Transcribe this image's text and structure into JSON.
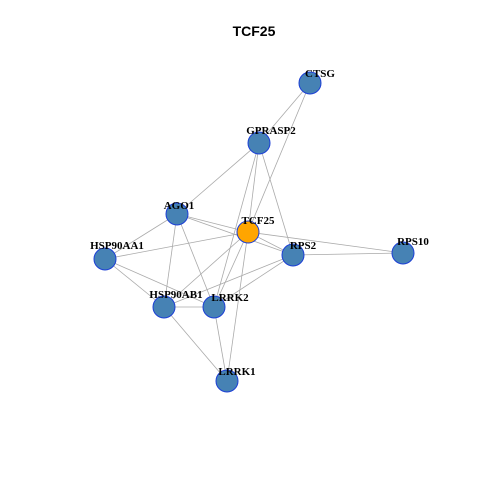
{
  "title": "TCF25",
  "colors": {
    "edge": "#aaaaaa",
    "node_fill": "#4682b4",
    "node_stroke": "#1c3fd6",
    "highlight_fill": "#ffa500",
    "highlight_stroke": "#1c3fd6",
    "label": "#000000"
  },
  "nodes": [
    {
      "id": "CTSG",
      "label": "CTSG",
      "highlight": false
    },
    {
      "id": "GPRASP2",
      "label": "GPRASP2",
      "highlight": false
    },
    {
      "id": "AGO1",
      "label": "AGO1",
      "highlight": false
    },
    {
      "id": "TCF25",
      "label": "TCF25",
      "highlight": true
    },
    {
      "id": "HSP90AA1",
      "label": "HSP90AA1",
      "highlight": false
    },
    {
      "id": "RPS2",
      "label": "RPS2",
      "highlight": false
    },
    {
      "id": "RPS10",
      "label": "RPS10",
      "highlight": false
    },
    {
      "id": "HSP90AB1",
      "label": "HSP90AB1",
      "highlight": false
    },
    {
      "id": "LRRK2",
      "label": "LRRK2",
      "highlight": false
    },
    {
      "id": "LRRK1",
      "label": "LRRK1",
      "highlight": false
    }
  ],
  "edges": [
    [
      "CTSG",
      "GPRASP2"
    ],
    [
      "CTSG",
      "TCF25"
    ],
    [
      "GPRASP2",
      "AGO1"
    ],
    [
      "GPRASP2",
      "TCF25"
    ],
    [
      "GPRASP2",
      "RPS2"
    ],
    [
      "GPRASP2",
      "LRRK2"
    ],
    [
      "AGO1",
      "TCF25"
    ],
    [
      "AGO1",
      "RPS2"
    ],
    [
      "AGO1",
      "HSP90AB1"
    ],
    [
      "AGO1",
      "LRRK2"
    ],
    [
      "AGO1",
      "HSP90AA1"
    ],
    [
      "TCF25",
      "HSP90AA1"
    ],
    [
      "TCF25",
      "RPS2"
    ],
    [
      "TCF25",
      "RPS10"
    ],
    [
      "TCF25",
      "HSP90AB1"
    ],
    [
      "TCF25",
      "LRRK2"
    ],
    [
      "TCF25",
      "LRRK1"
    ],
    [
      "HSP90AA1",
      "HSP90AB1"
    ],
    [
      "HSP90AA1",
      "LRRK2"
    ],
    [
      "RPS2",
      "RPS10"
    ],
    [
      "RPS2",
      "HSP90AB1"
    ],
    [
      "RPS2",
      "LRRK2"
    ],
    [
      "HSP90AB1",
      "LRRK2"
    ],
    [
      "HSP90AB1",
      "LRRK1"
    ],
    [
      "LRRK2",
      "LRRK1"
    ]
  ]
}
